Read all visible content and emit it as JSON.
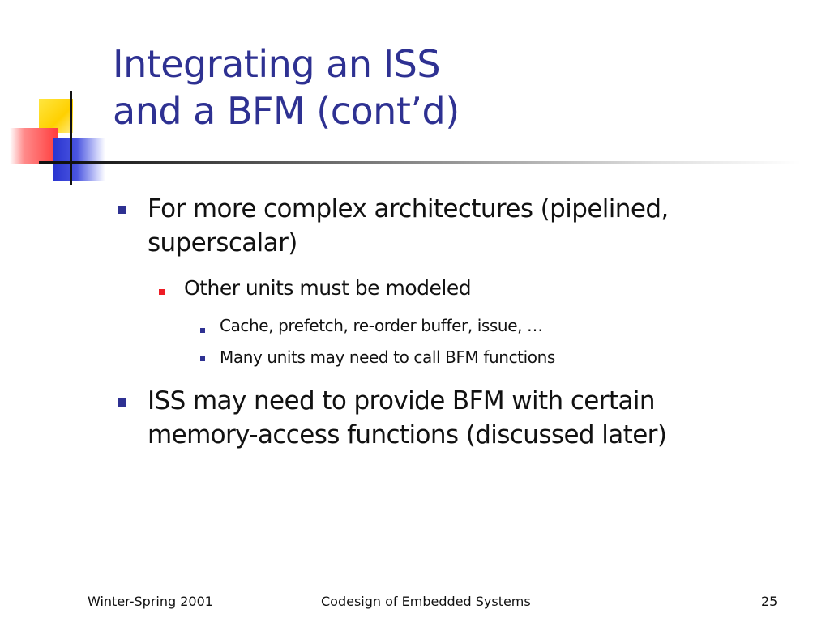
{
  "title": {
    "line1": "Integrating an ISS",
    "line2": "and a BFM (cont’d)"
  },
  "bullets": [
    {
      "lines": [
        "For more complex architectures (pipelined,",
        "superscalar)"
      ],
      "sub": [
        {
          "text": "Other units must be modeled",
          "sub": [
            {
              "text": "Cache, prefetch, re-order buffer, issue, …"
            },
            {
              "text": "Many units may need to call BFM functions"
            }
          ]
        }
      ]
    },
    {
      "lines": [
        "ISS may need to provide BFM with certain",
        "memory-access functions (discussed later)"
      ]
    }
  ],
  "footer": {
    "left": "Winter-Spring 2001",
    "center": "Codesign of Embedded Systems",
    "page": "25"
  },
  "colors": {
    "title": "#2e3192",
    "bullet_level1": "#2e3192",
    "bullet_level2": "#ee1c25",
    "bullet_level3": "#2e3192"
  }
}
